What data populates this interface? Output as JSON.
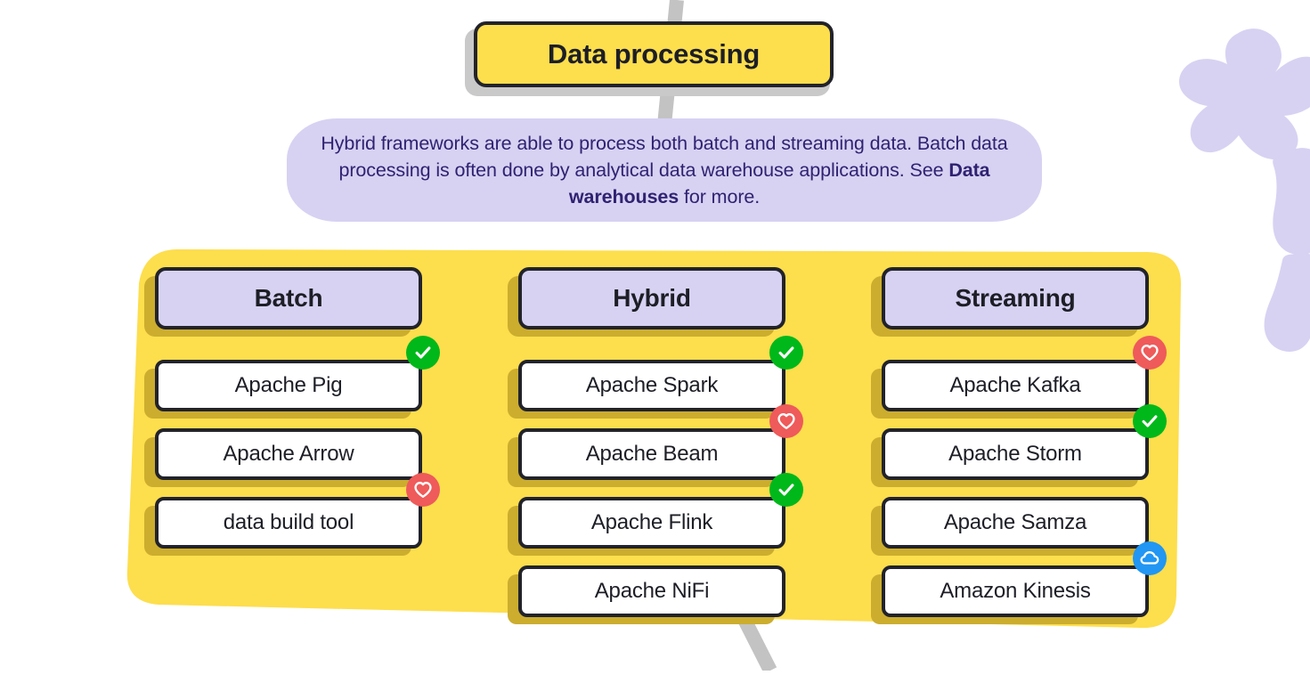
{
  "diagram": {
    "title": "Data processing",
    "description_plain": "Hybrid frameworks are able to process both batch and streaming data. Batch data processing is often done by analytical data warehouse applications. See Data warehouses for more.",
    "description_parts": {
      "before": "Hybrid frameworks are able to process both batch and streaming data. Batch data processing is often done by analytical data warehouse applications. See ",
      "link": "Data warehouses",
      "after": " for more."
    },
    "colors": {
      "panel_yellow": "#fdde4d",
      "panel_shadow_yellow": "#ccad2e",
      "lavender": "#d7d2f2",
      "ink": "#22232b",
      "purple_text": "#302272",
      "badge_check_green": "#00b81a",
      "badge_heart_red": "#ef5a5a",
      "badge_cloud_blue": "#2196f3",
      "connector_gray": "#c3c3c3",
      "title_shadow_gray": "#c9c9c9"
    },
    "columns": [
      {
        "id": "batch",
        "header": "Batch",
        "items": [
          {
            "label": "Apache Pig",
            "badge": "check-icon"
          },
          {
            "label": "Apache Arrow",
            "badge": null
          },
          {
            "label": "data build tool",
            "badge": "heart-icon"
          }
        ]
      },
      {
        "id": "hybrid",
        "header": "Hybrid",
        "items": [
          {
            "label": "Apache Spark",
            "badge": "check-icon"
          },
          {
            "label": "Apache Beam",
            "badge": "heart-icon"
          },
          {
            "label": "Apache Flink",
            "badge": "check-icon"
          },
          {
            "label": "Apache NiFi",
            "badge": null
          }
        ]
      },
      {
        "id": "streaming",
        "header": "Streaming",
        "items": [
          {
            "label": "Apache Kafka",
            "badge": "heart-icon"
          },
          {
            "label": "Apache Storm",
            "badge": "check-icon"
          },
          {
            "label": "Apache Samza",
            "badge": null
          },
          {
            "label": "Amazon Kinesis",
            "badge": "cloud-icon"
          }
        ]
      }
    ]
  }
}
